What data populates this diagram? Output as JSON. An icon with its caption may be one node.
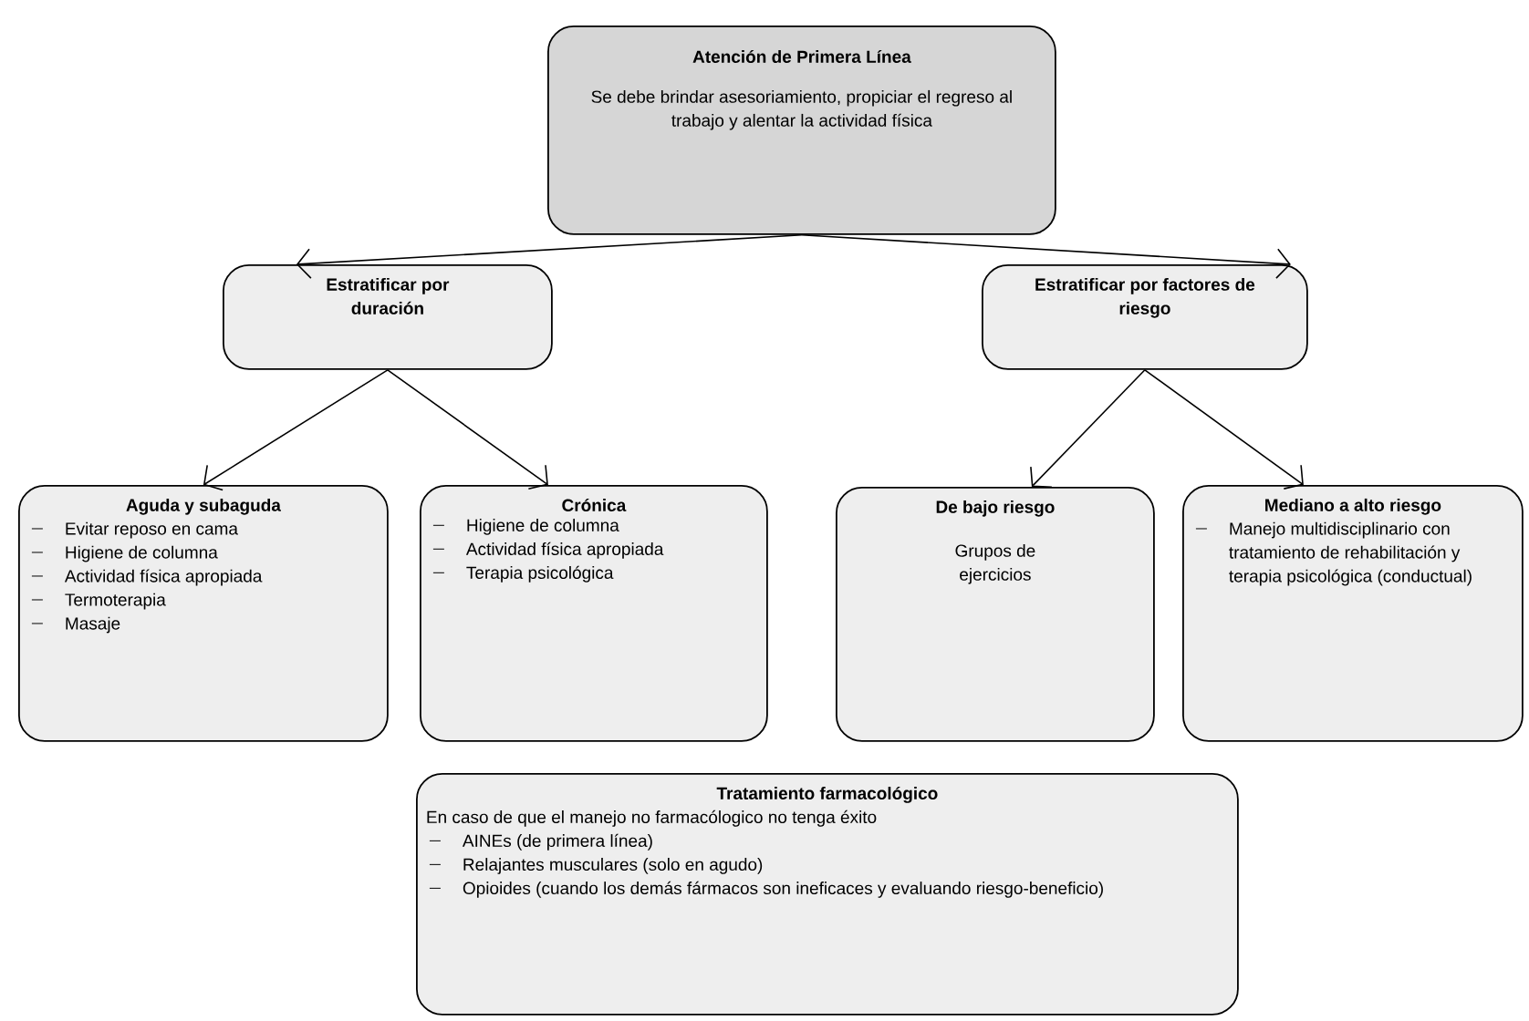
{
  "diagram": {
    "nodes": [
      {
        "text": [
          "Atención de Primera Línea",
          "Se debe brindar asesoriamiento, propiciar el regreso al trabajo y alentar la actividad física"
        ]
      },
      {
        "text": [
          "Estratificar por duración"
        ]
      },
      {
        "text": [
          "Estratificar por factores de riesgo"
        ]
      },
      {
        "text": [
          "Aguda y subaguda",
          "Evitar reposo en cama",
          "Higiene de columna",
          "Actividad física apropiada",
          "Termoterapia",
          "Masaje"
        ]
      },
      {
        "text": [
          "Crónica",
          "Higiene de columna",
          "Actividad física apropiada",
          "Terapia psicológica"
        ]
      },
      {
        "text": [
          "De bajo riesgo",
          "Grupos de ejercicios"
        ]
      },
      {
        "text": [
          "Mediano a alto riesgo",
          "Manejo multidisciplinario con tratamiento de rehabilitación y terapia psicológica (conductual)"
        ]
      },
      {
        "text": [
          "Tratamiento farmacológico",
          "En caso de que el manejo no farmacólogico no tenga éxito",
          "AINEs (de primera línea)",
          "Relajantes musculares (solo en agudo)",
          "Opioides (cuando los demás fármacos son ineficaces y evaluando riesgo-beneficio)"
        ]
      }
    ],
    "edges": [
      {
        "from": 0,
        "to": 1,
        "arrow": "to"
      },
      {
        "from": 0,
        "to": 2,
        "arrow": "to"
      },
      {
        "from": 1,
        "to": 3,
        "arrow": "to"
      },
      {
        "from": 1,
        "to": 4,
        "arrow": "to"
      },
      {
        "from": 2,
        "to": 5,
        "arrow": "to"
      },
      {
        "from": 2,
        "to": 6,
        "arrow": "to"
      }
    ]
  }
}
